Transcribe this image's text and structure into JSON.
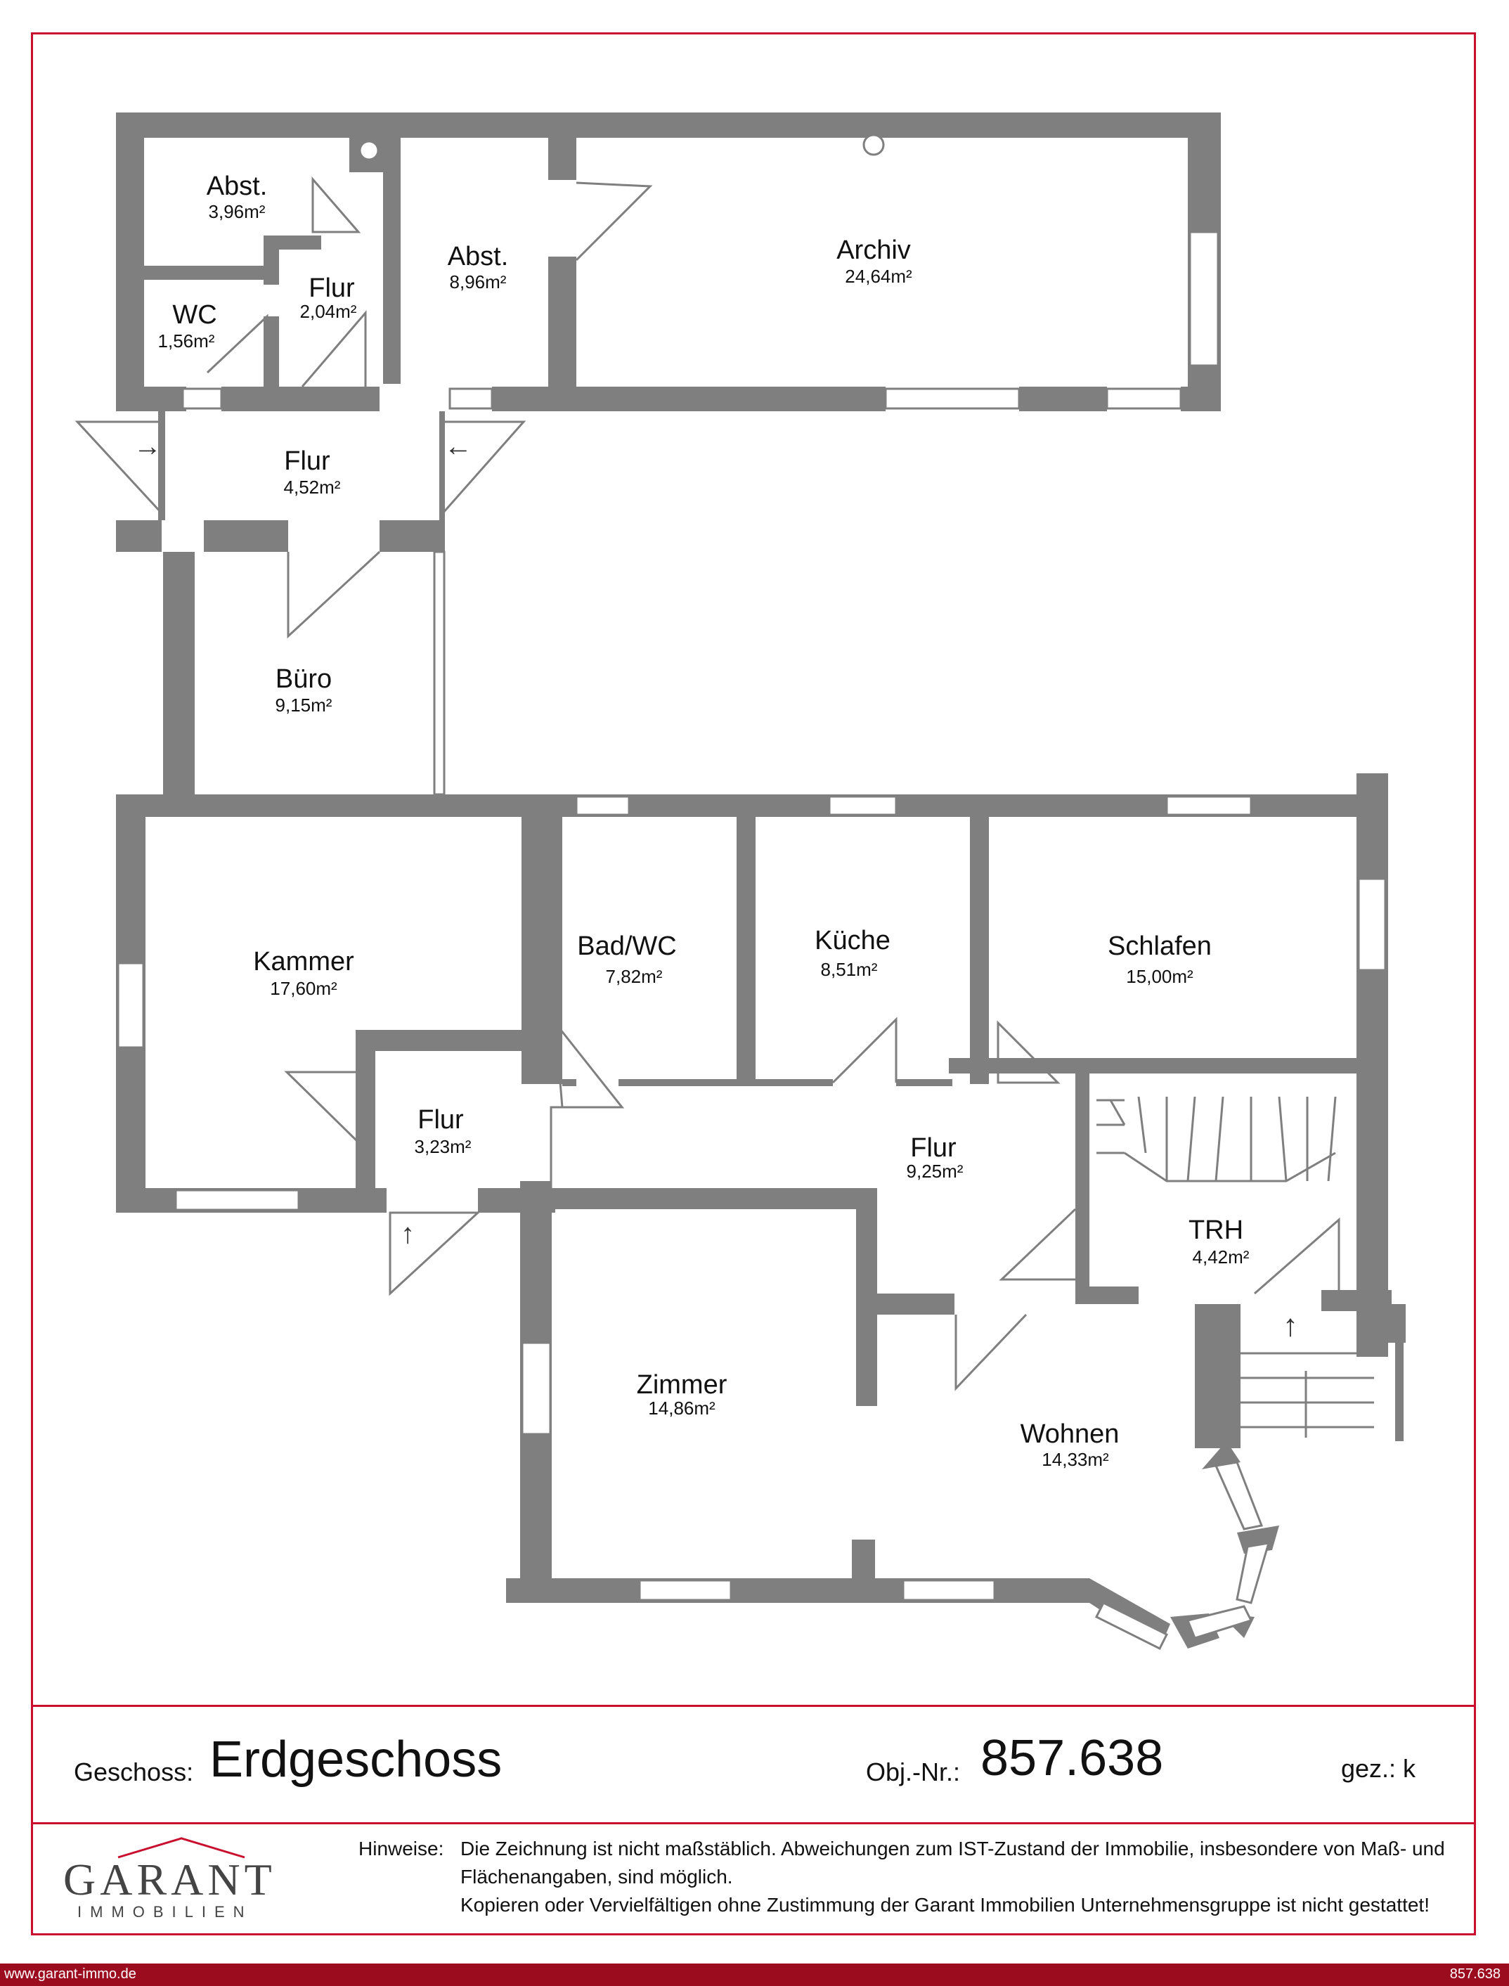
{
  "rooms": [
    {
      "name": "Abst.",
      "area": "3,96m²"
    },
    {
      "name": "Abst.",
      "area": "8,96m²"
    },
    {
      "name": "Archiv",
      "area": "24,64m²"
    },
    {
      "name": "Flur",
      "area": "2,04m²"
    },
    {
      "name": "WC",
      "area": "1,56m²"
    },
    {
      "name": "Flur",
      "area": "4,52m²"
    },
    {
      "name": "Büro",
      "area": "9,15m²"
    },
    {
      "name": "Kammer",
      "area": "17,60m²"
    },
    {
      "name": "Bad/WC",
      "area": "7,82m²"
    },
    {
      "name": "Küche",
      "area": "8,51m²"
    },
    {
      "name": "Schlafen",
      "area": "15,00m²"
    },
    {
      "name": "Flur",
      "area": "3,23m²"
    },
    {
      "name": "Flur",
      "area": "9,25m²"
    },
    {
      "name": "TRH",
      "area": "4,42m²"
    },
    {
      "name": "Zimmer",
      "area": "14,86m²"
    },
    {
      "name": "Wohnen",
      "area": "14,33m²"
    }
  ],
  "titlebar": {
    "floor_label": "Geschoss:",
    "floor_value": "Erdgeschoss",
    "obj_label": "Obj.-Nr.:",
    "obj_value": "857.638",
    "drawn_label": "gez.: k"
  },
  "footer": {
    "hint_label": "Hinweise:",
    "hint_line1": "Die Zeichnung ist nicht maßstäblich. Abweichungen zum IST-Zustand der Immobilie, insbesondere von Maß- und",
    "hint_line2": "Flächenangaben, sind möglich.",
    "hint_line3": "Kopieren oder Vervielfältigen ohne Zustimmung der Garant Immobilien Unternehmensgruppe ist nicht gestattet!"
  },
  "logo": {
    "name": "GARANT",
    "sub": "IMMOBILIEN"
  },
  "bottombar": {
    "website": "www.garant-immo.de",
    "obj": "857.638"
  },
  "colors": {
    "accent": "#c8102e",
    "wall": "#7f7f7f",
    "bar": "#9b0d1e"
  }
}
